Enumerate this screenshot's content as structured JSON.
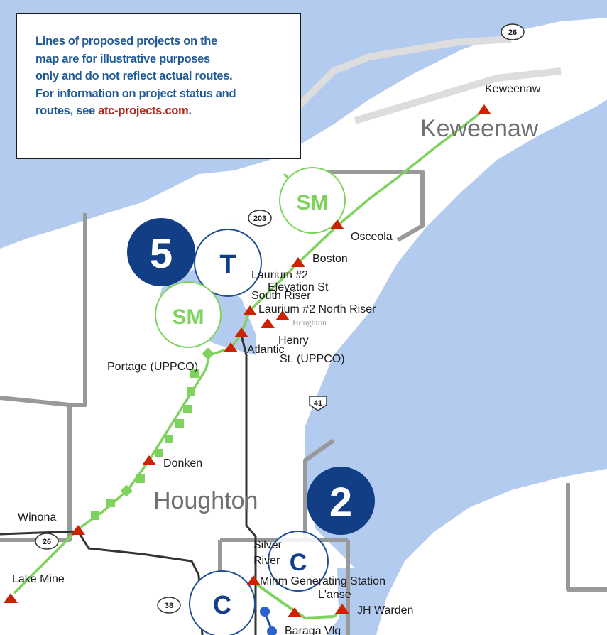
{
  "note": {
    "line1": "Lines of proposed projects on the",
    "line2": "map are for illustrative purposes",
    "line3": "only and do not reflect actual routes.",
    "line4": "For information on project status and",
    "line5_prefix": "routes, see ",
    "link": "atc-projects.com",
    "line5_suffix": "."
  },
  "regions": {
    "keweenaw": "Keweenaw",
    "houghton": "Houghton",
    "houghton_city": "Houghton"
  },
  "markers": {
    "five": "5",
    "two": "2",
    "t": "T",
    "sm_north": "SM",
    "sm_south": "SM",
    "c_upper": "C",
    "c_lower": "C"
  },
  "shields": {
    "hwy26_north": "26",
    "hwy26_west": "26",
    "hwy203": "203",
    "hwy41": "41",
    "hwy38": "38"
  },
  "substations": {
    "keweenaw": "Keweenaw",
    "osceola": "Osceola",
    "boston": "Boston",
    "laurium_2": "Laurium #2",
    "elevation_st": "Elevation St",
    "south_riser": "South Riser",
    "laurium_2_north_riser": "Laurium #2 North Riser",
    "henry_1": "Henry",
    "henry_2": "St. (UPPCO)",
    "atlantic": "Atlantic",
    "portage": "Portage (UPPCO)",
    "donken": "Donken",
    "winona": "Winona",
    "lake_mine": "Lake Mine",
    "silver_river_1": "Silver",
    "silver_river_2": "River",
    "mihm": "Mihm Generating Station",
    "lanse": "L'anse",
    "jh_warden": "JH Warden",
    "baraga": "Baraga Vlg"
  },
  "colors": {
    "water": "#b4cbf0",
    "land": "#ffffff",
    "county_line": "#999999",
    "proposed_line": "#7dd35e",
    "existing_line": "#333333",
    "project_blue": "#123e86",
    "substation_red": "#cc2200",
    "link_red": "#b0261b",
    "note_blue": "#1f5a97"
  }
}
